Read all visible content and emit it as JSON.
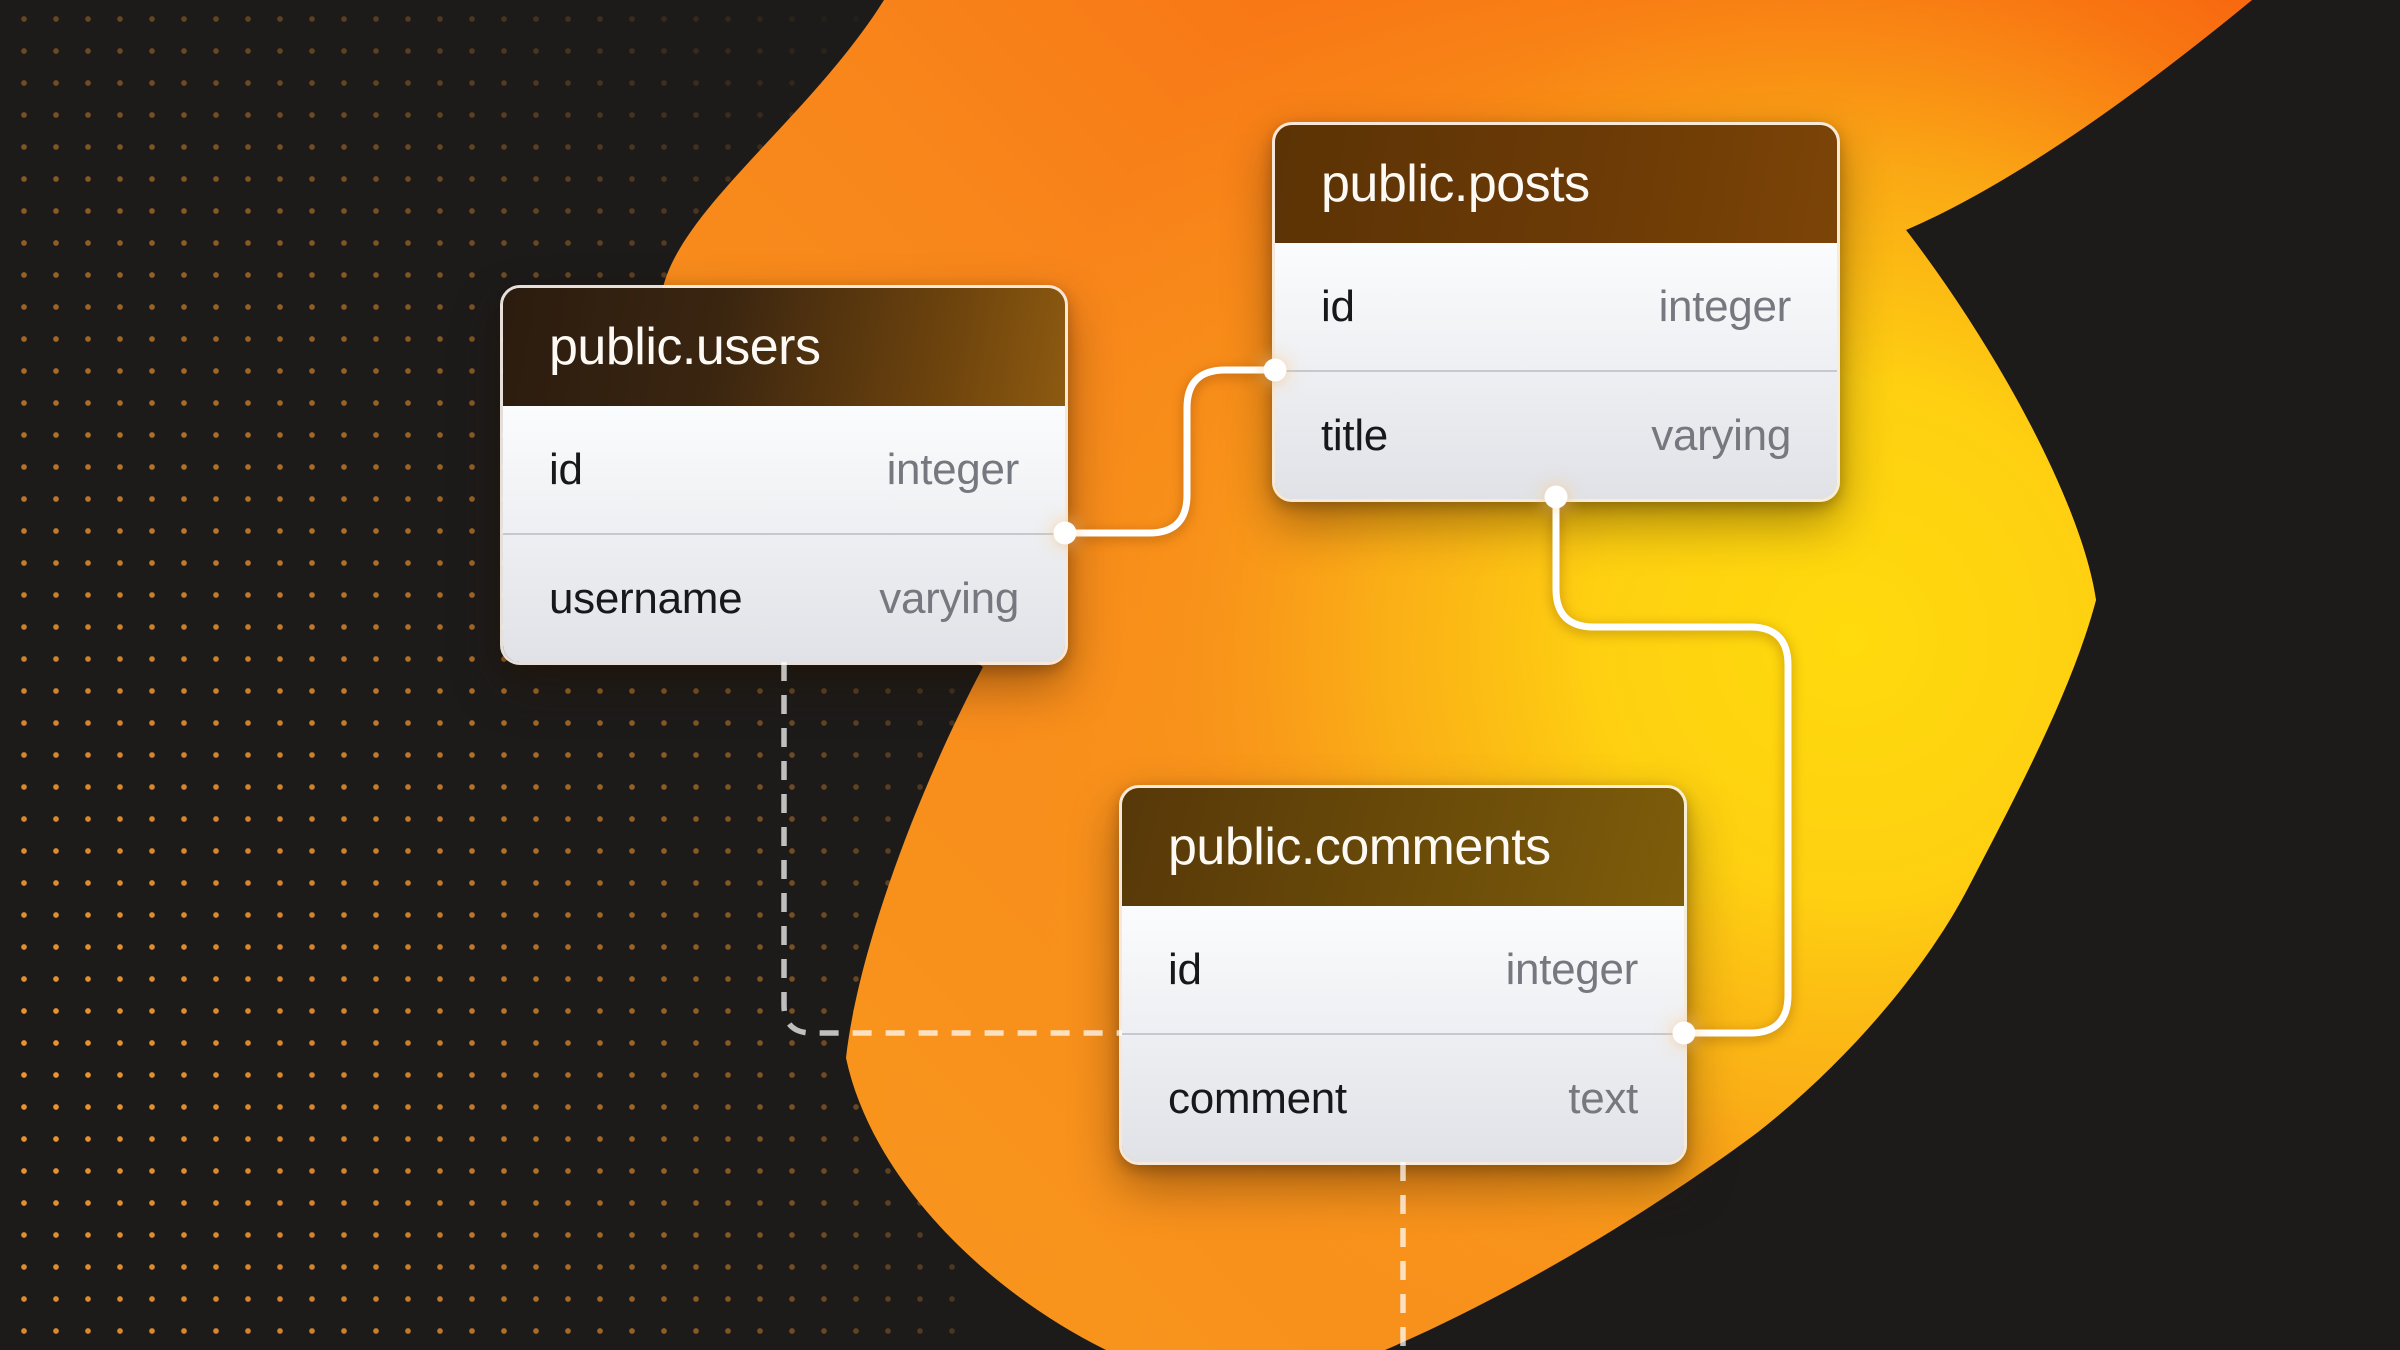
{
  "diagram": {
    "kind": "database-schema-diagram",
    "tables": [
      {
        "id": "users",
        "title": "public.users",
        "columns": [
          {
            "name": "id",
            "type": "integer"
          },
          {
            "name": "username",
            "type": "varying"
          }
        ]
      },
      {
        "id": "posts",
        "title": "public.posts",
        "columns": [
          {
            "name": "id",
            "type": "integer"
          },
          {
            "name": "title",
            "type": "varying"
          }
        ]
      },
      {
        "id": "comments",
        "title": "public.comments",
        "columns": [
          {
            "name": "id",
            "type": "integer"
          },
          {
            "name": "comment",
            "type": "text"
          }
        ]
      }
    ],
    "connections": [
      {
        "from": "public.users.id",
        "to": "public.posts.id",
        "style": "solid"
      },
      {
        "from": "public.posts",
        "to": "public.comments.id",
        "style": "solid"
      },
      {
        "from": "public.users",
        "to": "public.comments.id",
        "style": "dashed"
      },
      {
        "from": "public.comments",
        "to": "offscreen-bottom",
        "style": "dashed"
      }
    ],
    "colors": {
      "background": "#1d1b1a",
      "blob_red_orange": "#f85a0d",
      "blob_orange": "#f8861b",
      "blob_yellow": "#ffd90c",
      "header_brown": "#6b3a06",
      "connector": "#ffffff",
      "dot_grid": "#fb9c30",
      "row_bg": "#f0f1f4",
      "column_name_text": "#17181b",
      "column_type_text": "#75797f"
    }
  }
}
